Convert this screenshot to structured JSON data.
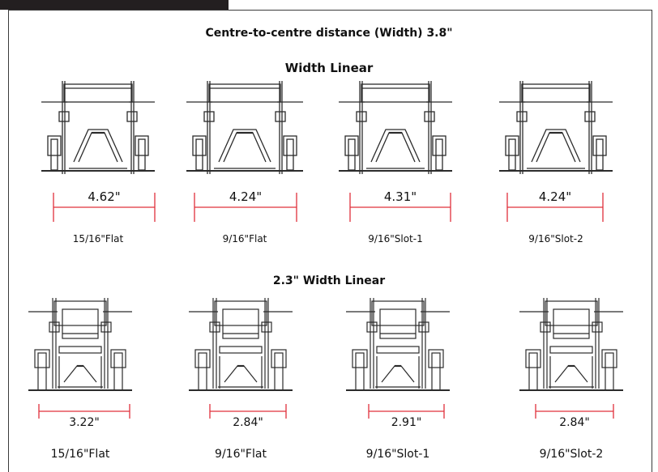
{
  "title": "Centre-to-centre distance (Width) 3.8\"",
  "section1": {
    "title": "Width Linear",
    "items": [
      {
        "dimension": "4.62\"",
        "caption": "15/16\"Flat"
      },
      {
        "dimension": "4.24\"",
        "caption": "9/16\"Flat"
      },
      {
        "dimension": "4.31\"",
        "caption": "9/16\"Slot-1"
      },
      {
        "dimension": "4.24\"",
        "caption": "9/16\"Slot-2"
      }
    ]
  },
  "section2": {
    "title": "2.3\" Width Linear",
    "items": [
      {
        "dimension": "3.22\"",
        "caption": "15/16\"Flat"
      },
      {
        "dimension": "2.84\"",
        "caption": "9/16\"Flat"
      },
      {
        "dimension": "2.91\"",
        "caption": "9/16\"Slot-1"
      },
      {
        "dimension": "2.84\"",
        "caption": "9/16\"Slot-2"
      }
    ]
  },
  "colors": {
    "line": "#2b2b2b",
    "dimension_line": "#e0303b",
    "section2_dimension_text": "#d0202c"
  }
}
